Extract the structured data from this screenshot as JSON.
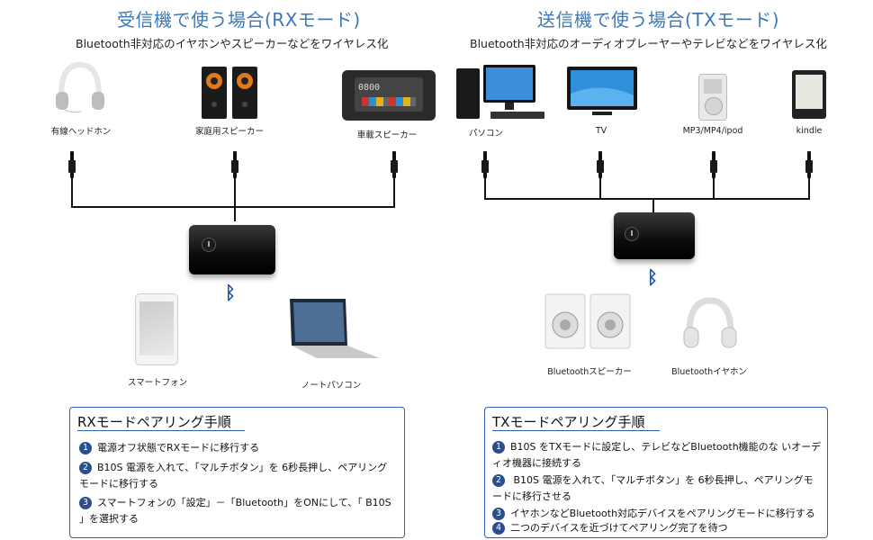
{
  "rx": {
    "title": "受信機で使う場合(RXモード)",
    "subtitle": "Bluetooth非対応のイヤホンやスピーカーなどをワイヤレス化",
    "outputs": [
      "有線ヘッドホン",
      "家庭用スピーカー",
      "車載スピーカー"
    ],
    "sources": [
      "スマートフォン",
      "ノートパソコン"
    ],
    "car_screen_text": "0800",
    "box": {
      "title": "RXモードペアリング手順",
      "steps": [
        {
          "num": "1",
          "text": "電源オフ状態でRXモードに移行する"
        },
        {
          "num": "2",
          "text": "B10S  電源を入れて、「マルチボタン」を    6秒長押し、ペアリングモードに移行する"
        },
        {
          "num": "3",
          "text": "スマートフォンの「設定」－「Bluetooth」をONにして、「 B10S 」を選択する"
        }
      ]
    }
  },
  "tx": {
    "title": "送信機で使う場合(TXモード)",
    "subtitle": "Bluetooth非対応のオーディオプレーヤーやテレビなどをワイヤレス化",
    "inputs": [
      "パソコン",
      "TV",
      "MP3/MP4/ipod",
      "kindle"
    ],
    "outputs": [
      "Bluetoothスピーカー",
      "Bluetoothイヤホン"
    ],
    "box": {
      "title": "TXモードペアリング手順",
      "steps": [
        {
          "num": "1",
          "text": "B10S をTXモードに設定し、テレビなどBluetooth機能のな いオーディオ機器に接続する"
        },
        {
          "num": "2",
          "text": " B10S 電源を入れて、「マルチボタン」を    6秒長押し、ペアリングモードに移行させる"
        },
        {
          "num": "3",
          "text": "イヤホンなどBluetooth対応デバイスをペアリングモードに移行する"
        },
        {
          "num": "4",
          "text": "二つのデバイスを近づけてペアリング完了を待つ"
        }
      ]
    }
  },
  "icons": {
    "bluetooth": "bluetooth-icon",
    "power": "power-button-icon"
  },
  "colors": {
    "title_blue": "#3c78b8",
    "box_border": "#2f63b0",
    "step_number": "#2a4f8f",
    "bluetooth": "#2356a8"
  }
}
